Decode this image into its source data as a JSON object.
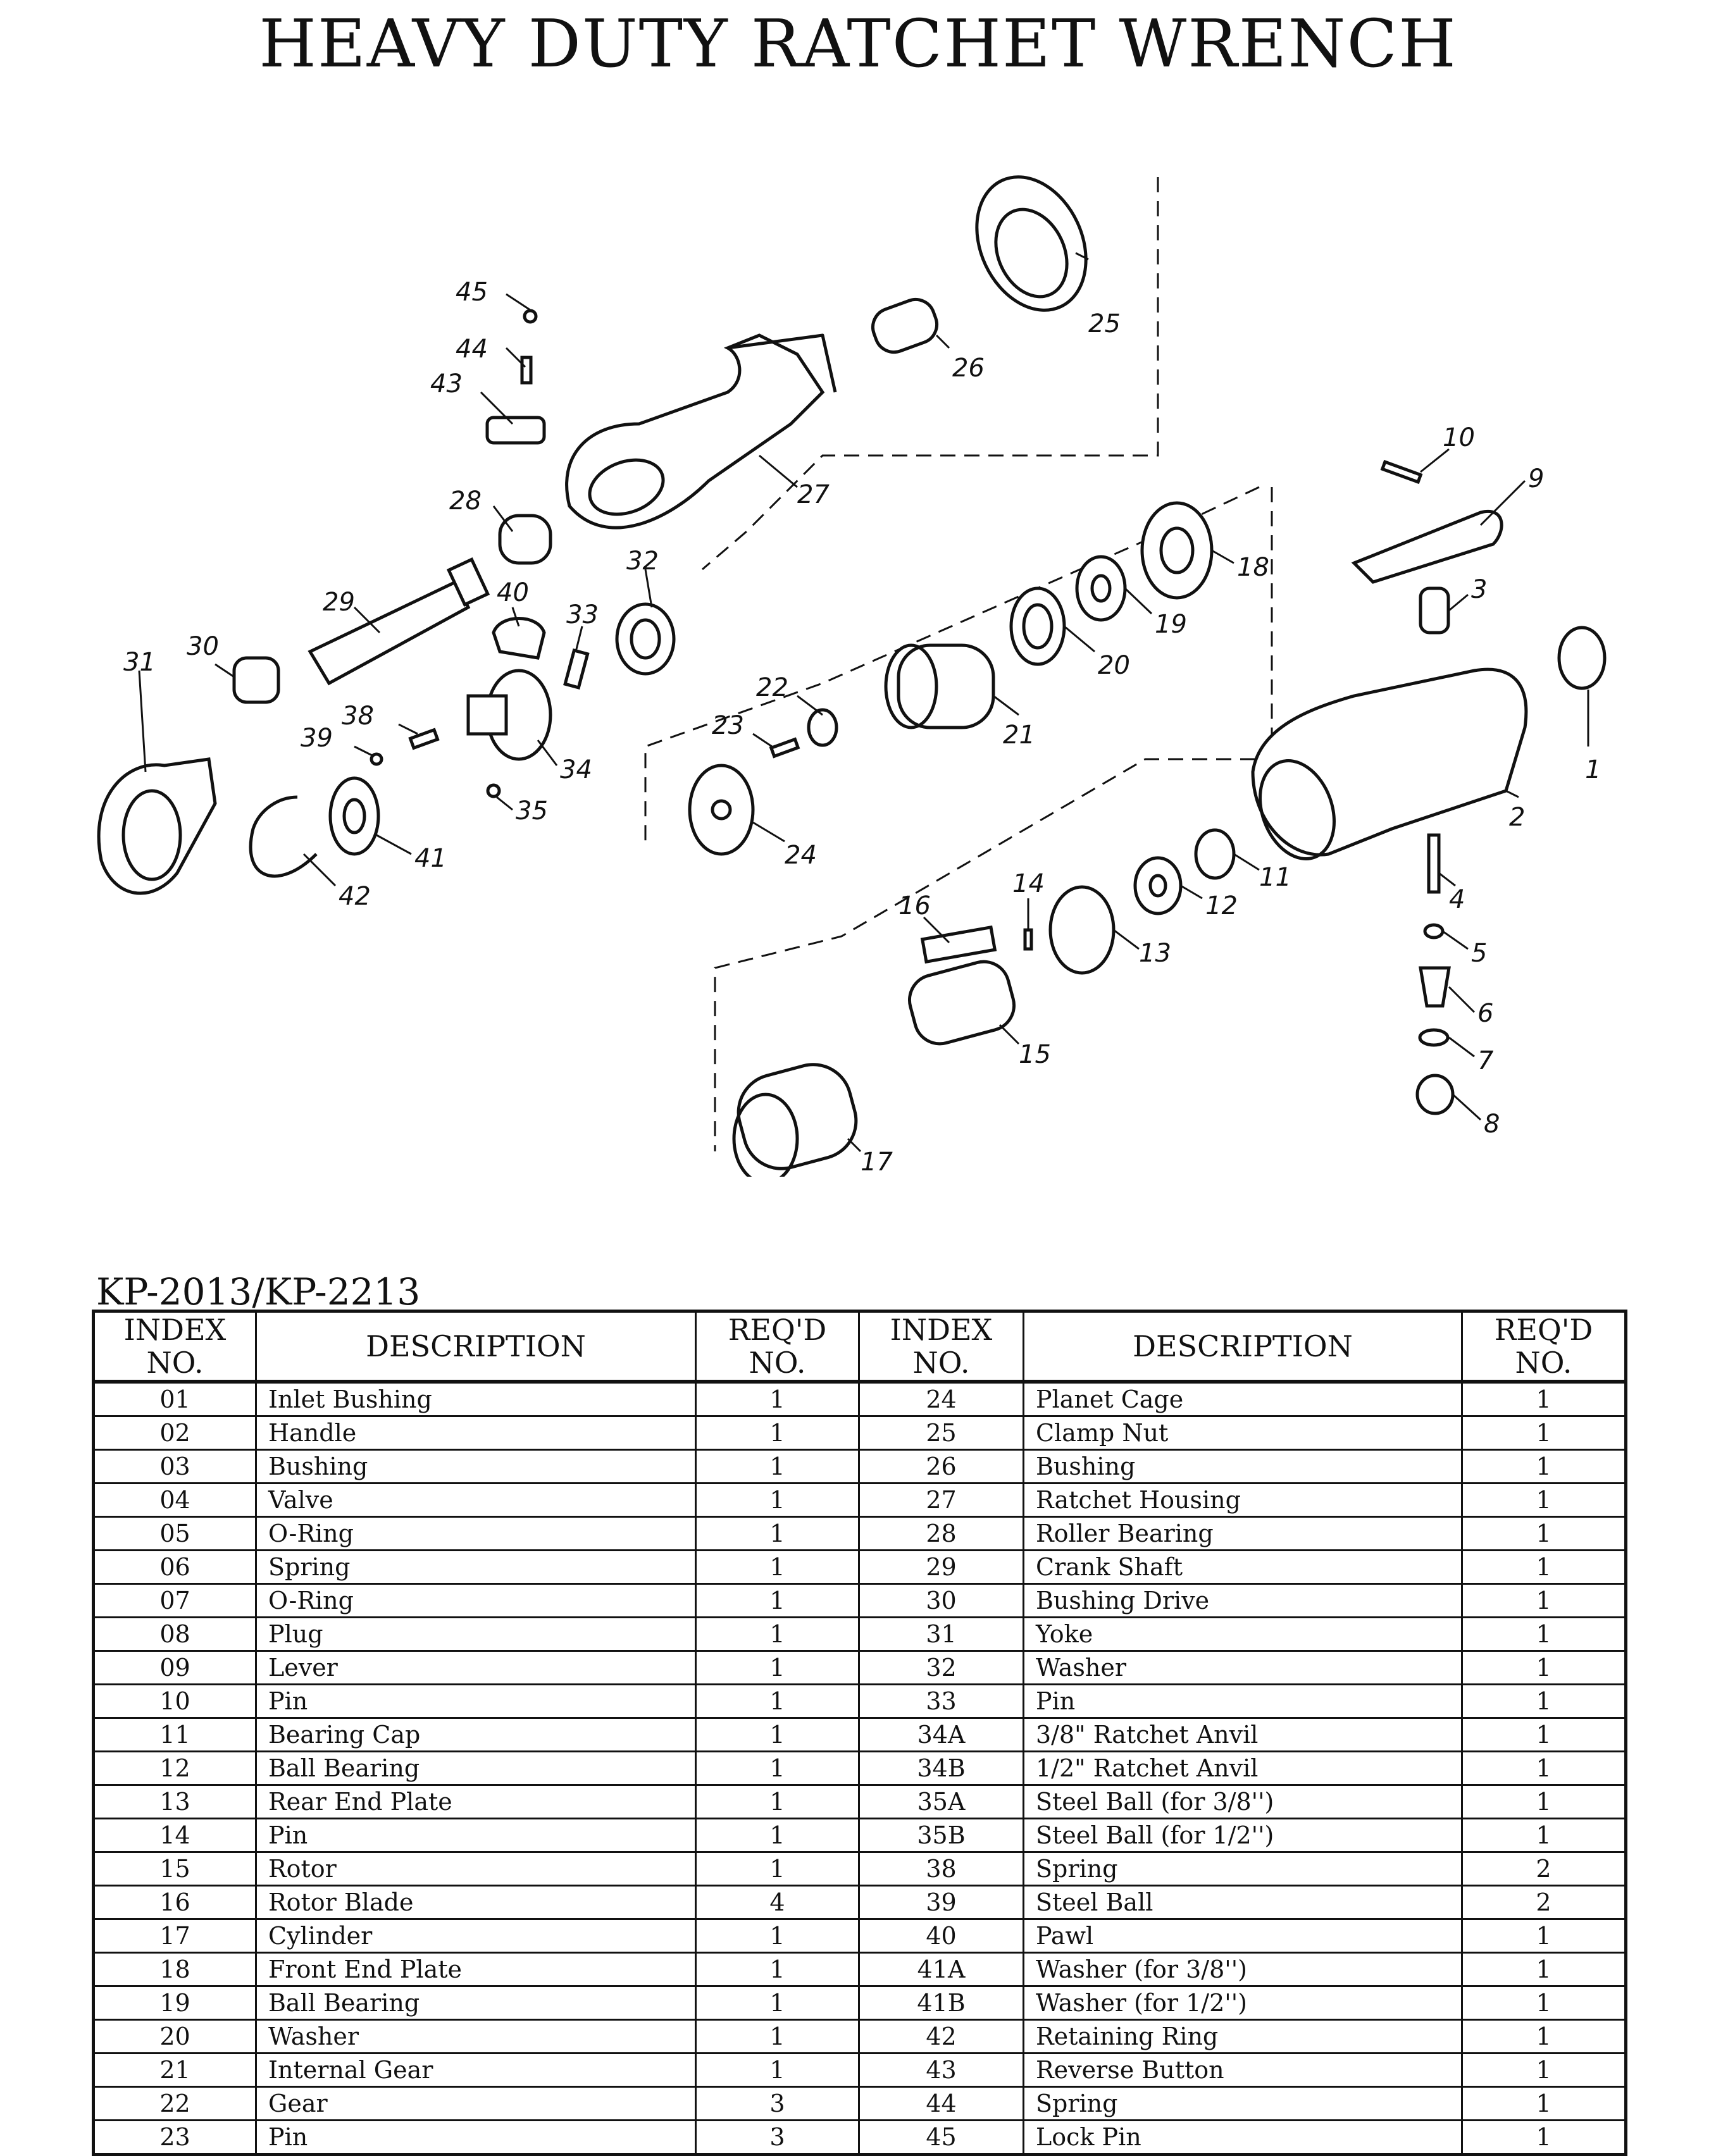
{
  "title": "HEAVY DUTY RATCHET WRENCH",
  "model": "KP-2013/KP-2213",
  "table": {
    "headers": {
      "index_left": "INDEX NO.",
      "desc_left": "DESCRIPTION",
      "req_left": "REQ'D NO.",
      "index_right": "INDEX NO.",
      "desc_right": "DESCRIPTION",
      "req_right": "REQ'D NO."
    },
    "rows": [
      {
        "idx1": "01",
        "desc1": "Inlet Bushing",
        "qty1": "1",
        "idx2": "24",
        "desc2": "Planet Cage",
        "qty2": "1"
      },
      {
        "idx1": "02",
        "desc1": "Handle",
        "qty1": "1",
        "idx2": "25",
        "desc2": "Clamp Nut",
        "qty2": "1"
      },
      {
        "idx1": "03",
        "desc1": "Bushing",
        "qty1": "1",
        "idx2": "26",
        "desc2": "Bushing",
        "qty2": "1"
      },
      {
        "idx1": "04",
        "desc1": "Valve",
        "qty1": "1",
        "idx2": "27",
        "desc2": "Ratchet Housing",
        "qty2": "1"
      },
      {
        "idx1": "05",
        "desc1": "O-Ring",
        "qty1": "1",
        "idx2": "28",
        "desc2": "Roller Bearing",
        "qty2": "1"
      },
      {
        "idx1": "06",
        "desc1": "Spring",
        "qty1": "1",
        "idx2": "29",
        "desc2": "Crank Shaft",
        "qty2": "1"
      },
      {
        "idx1": "07",
        "desc1": "O-Ring",
        "qty1": "1",
        "idx2": "30",
        "desc2": "Bushing Drive",
        "qty2": "1"
      },
      {
        "idx1": "08",
        "desc1": "Plug",
        "qty1": "1",
        "idx2": "31",
        "desc2": "Yoke",
        "qty2": "1"
      },
      {
        "idx1": "09",
        "desc1": "Lever",
        "qty1": "1",
        "idx2": "32",
        "desc2": "Washer",
        "qty2": "1"
      },
      {
        "idx1": "10",
        "desc1": "Pin",
        "qty1": "1",
        "idx2": "33",
        "desc2": "Pin",
        "qty2": "1"
      },
      {
        "idx1": "11",
        "desc1": "Bearing Cap",
        "qty1": "1",
        "idx2": "34A",
        "desc2": "3/8\" Ratchet Anvil",
        "qty2": "1"
      },
      {
        "idx1": "12",
        "desc1": "Ball Bearing",
        "qty1": "1",
        "idx2": "34B",
        "desc2": "1/2\" Ratchet Anvil",
        "qty2": "1"
      },
      {
        "idx1": "13",
        "desc1": "Rear End Plate",
        "qty1": "1",
        "idx2": "35A",
        "desc2": "Steel Ball (for 3/8'')",
        "qty2": "1"
      },
      {
        "idx1": "14",
        "desc1": "Pin",
        "qty1": "1",
        "idx2": "35B",
        "desc2": "Steel Ball (for 1/2'')",
        "qty2": "1"
      },
      {
        "idx1": "15",
        "desc1": "Rotor",
        "qty1": "1",
        "idx2": "38",
        "desc2": "Spring",
        "qty2": "2"
      },
      {
        "idx1": "16",
        "desc1": "Rotor Blade",
        "qty1": "4",
        "idx2": "39",
        "desc2": "Steel Ball",
        "qty2": "2"
      },
      {
        "idx1": "17",
        "desc1": "Cylinder",
        "qty1": "1",
        "idx2": "40",
        "desc2": "Pawl",
        "qty2": "1"
      },
      {
        "idx1": "18",
        "desc1": "Front End Plate",
        "qty1": "1",
        "idx2": "41A",
        "desc2": "Washer (for 3/8'')",
        "qty2": "1"
      },
      {
        "idx1": "19",
        "desc1": "Ball Bearing",
        "qty1": "1",
        "idx2": "41B",
        "desc2": "Washer (for 1/2'')",
        "qty2": "1"
      },
      {
        "idx1": "20",
        "desc1": "Washer",
        "qty1": "1",
        "idx2": "42",
        "desc2": "Retaining Ring",
        "qty2": "1"
      },
      {
        "idx1": "21",
        "desc1": "Internal Gear",
        "qty1": "1",
        "idx2": "43",
        "desc2": "Reverse Button",
        "qty2": "1"
      },
      {
        "idx1": "22",
        "desc1": "Gear",
        "qty1": "3",
        "idx2": "44",
        "desc2": "Spring",
        "qty2": "1"
      },
      {
        "idx1": "23",
        "desc1": "Pin",
        "qty1": "3",
        "idx2": "45",
        "desc2": "Lock Pin",
        "qty2": "1"
      }
    ]
  },
  "callouts": [
    "1",
    "2",
    "3",
    "4",
    "5",
    "6",
    "7",
    "8",
    "9",
    "10",
    "11",
    "12",
    "13",
    "14",
    "15",
    "16",
    "17",
    "18",
    "19",
    "20",
    "21",
    "22",
    "23",
    "24",
    "25",
    "26",
    "27",
    "28",
    "29",
    "30",
    "31",
    "32",
    "33",
    "34",
    "35",
    "38",
    "39",
    "40",
    "41",
    "42",
    "43",
    "44",
    "45"
  ]
}
